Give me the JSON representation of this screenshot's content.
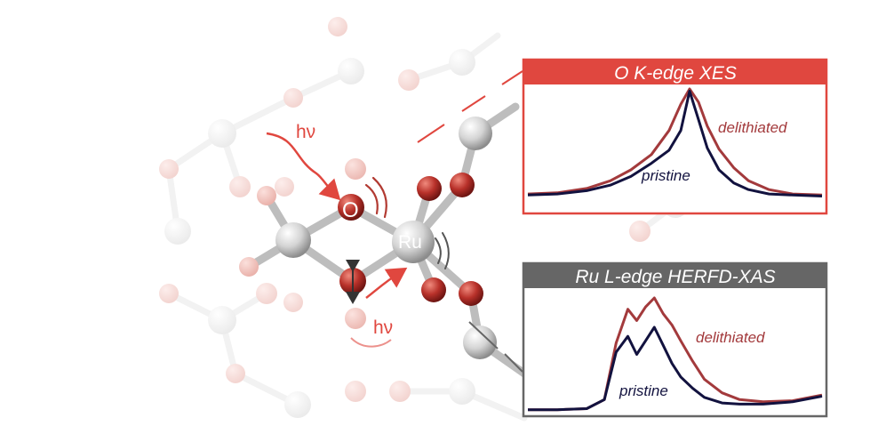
{
  "colors": {
    "red_accent": "#e0473f",
    "dark_gray_header": "#666666",
    "delithiated_line": "#a33a3c",
    "pristine_line": "#12123f",
    "oxygen_atom": "#b8312a",
    "ruthenium_atom": "#bfbfbf"
  },
  "molecule": {
    "photon_top_label": "hν",
    "photon_bottom_label": "hν",
    "oxygen_label": "O",
    "ruthenium_label": "Ru"
  },
  "xes_panel": {
    "title": "O K-edge XES",
    "delithiated_label": "delithiated",
    "pristine_label": "pristine"
  },
  "xas_panel": {
    "title": "Ru L-edge HERFD-XAS",
    "delithiated_label": "delithiated",
    "pristine_label": "pristine"
  },
  "chart_data": [
    {
      "type": "line",
      "title": "O K-edge XES",
      "xlabel": "",
      "ylabel": "",
      "x": [
        0.0,
        0.1,
        0.2,
        0.28,
        0.35,
        0.42,
        0.48,
        0.52,
        0.55,
        0.58,
        0.61,
        0.65,
        0.7,
        0.75,
        0.82,
        0.9,
        1.0
      ],
      "series": [
        {
          "name": "delithiated",
          "values": [
            0.04,
            0.05,
            0.09,
            0.16,
            0.26,
            0.4,
            0.62,
            0.86,
            1.0,
            0.88,
            0.66,
            0.45,
            0.28,
            0.16,
            0.08,
            0.04,
            0.03
          ]
        },
        {
          "name": "pristine",
          "values": [
            0.03,
            0.04,
            0.07,
            0.12,
            0.2,
            0.32,
            0.44,
            0.62,
            0.98,
            0.72,
            0.46,
            0.26,
            0.14,
            0.08,
            0.04,
            0.03,
            0.02
          ]
        }
      ],
      "grid": false,
      "legend": "inline labels"
    },
    {
      "type": "line",
      "title": "Ru L-edge HERFD-XAS",
      "xlabel": "",
      "ylabel": "",
      "x": [
        0.0,
        0.1,
        0.2,
        0.26,
        0.3,
        0.34,
        0.37,
        0.4,
        0.43,
        0.46,
        0.49,
        0.52,
        0.56,
        0.6,
        0.66,
        0.72,
        0.8,
        0.9,
        1.0
      ],
      "series": [
        {
          "name": "delithiated",
          "values": [
            0.01,
            0.01,
            0.02,
            0.1,
            0.6,
            0.9,
            0.8,
            0.92,
            1.0,
            0.86,
            0.76,
            0.62,
            0.44,
            0.28,
            0.16,
            0.1,
            0.08,
            0.09,
            0.14
          ]
        },
        {
          "name": "pristine",
          "values": [
            0.01,
            0.01,
            0.02,
            0.1,
            0.52,
            0.66,
            0.5,
            0.62,
            0.74,
            0.58,
            0.42,
            0.3,
            0.2,
            0.12,
            0.07,
            0.06,
            0.06,
            0.08,
            0.13
          ]
        }
      ],
      "grid": false,
      "legend": "inline labels"
    }
  ]
}
